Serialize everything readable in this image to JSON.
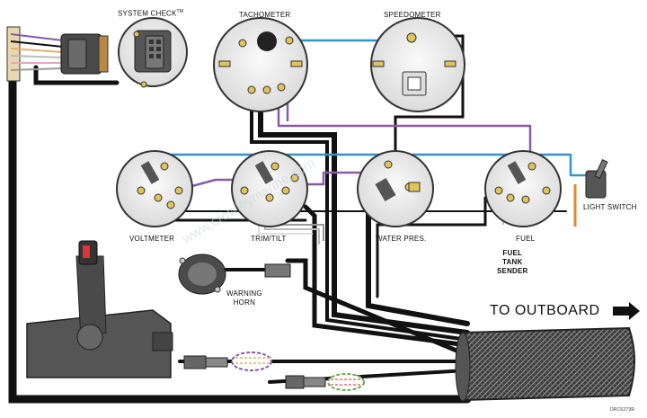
{
  "labels": {
    "system_check": "SYSTEM CHECK",
    "system_check_tm": "TM",
    "tachometer": "TACHOMETER",
    "speedometer": "SPEEDOMETER",
    "voltmeter": "VOLTMETER",
    "trim_tilt": "TRIM/TILT",
    "water_pres": "WATER PRES.",
    "fuel": "FUEL",
    "fuel_tank_sender": [
      "FUEL",
      "TANK",
      "SENDER"
    ],
    "light_switch": "LIGHT SWITCH",
    "warning_horn": [
      "WARNING",
      "HORN"
    ],
    "to_outboard": "TO OUTBOARD",
    "diagram_code": "DRC6279R",
    "watermark": "www.crowleymarine.com"
  },
  "icons": {
    "arrow": "right-arrow-icon"
  },
  "colors": {
    "wire_black": "#111111",
    "wire_blue": "#2f95c8",
    "wire_purple": "#8a5aa8",
    "wire_gray": "#9a9a9a",
    "wire_tan": "#e0b070",
    "gauge_fill": "#f0f0f0",
    "stud": "#e0c35a",
    "harness": "#3a3a3a",
    "control_box": "#555555"
  }
}
